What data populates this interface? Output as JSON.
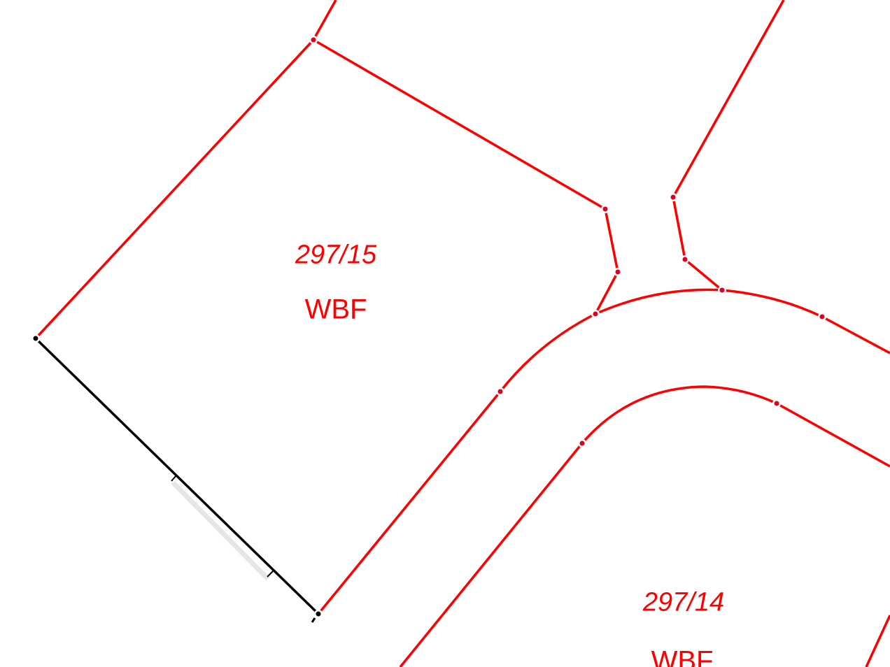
{
  "parcels": [
    {
      "number": "297/15",
      "use": "WBF"
    },
    {
      "number": "297/14",
      "use": "WBF"
    }
  ],
  "colors": {
    "boundary": "#ff0000",
    "selected_edge": "#000000",
    "highlight": "#e6e6e6",
    "background": "#ffffff"
  }
}
